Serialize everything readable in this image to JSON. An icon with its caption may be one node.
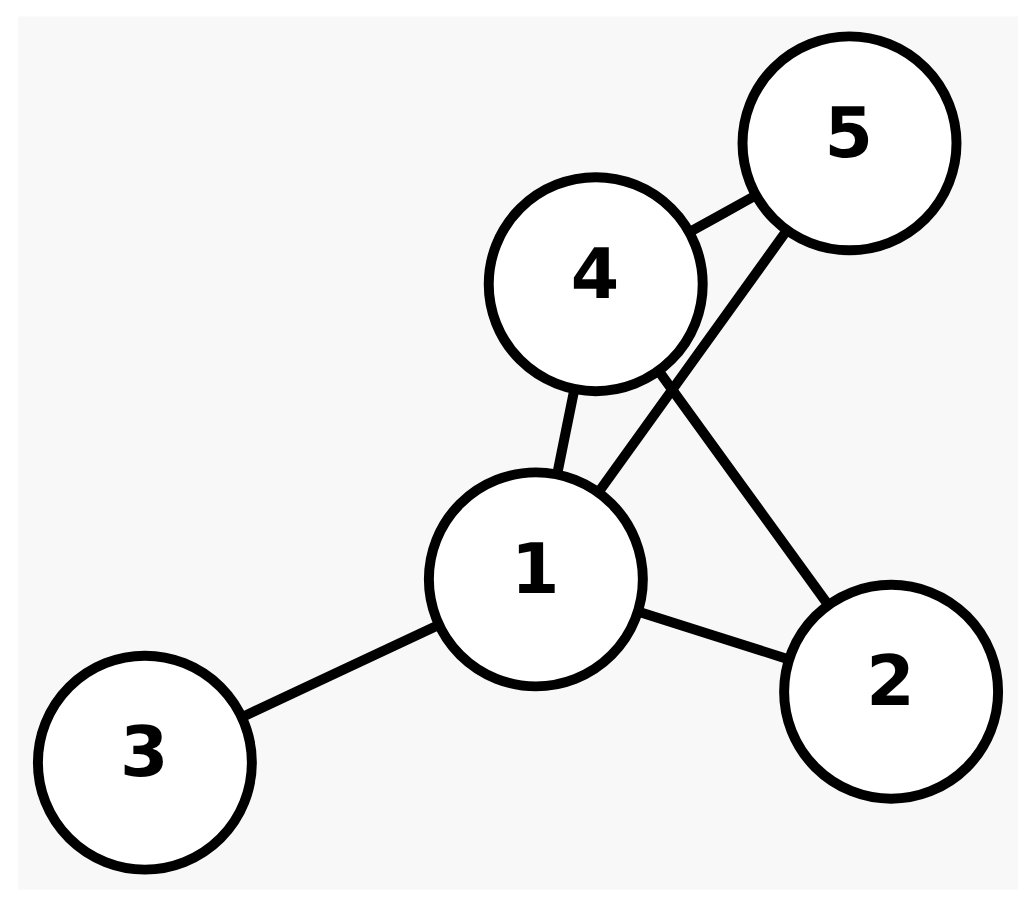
{
  "diagram": {
    "nodes": [
      {
        "text": [
          "3"
        ]
      },
      {
        "text": [
          "1"
        ]
      },
      {
        "text": [
          "2"
        ]
      },
      {
        "text": [
          "5"
        ]
      },
      {
        "text": [
          "4"
        ]
      }
    ],
    "edges": [
      {
        "from": 0,
        "to": 1,
        "arrow": "none"
      },
      {
        "from": 1,
        "to": 2,
        "arrow": "none"
      },
      {
        "from": 1,
        "to": 3,
        "arrow": "none"
      },
      {
        "from": 1,
        "to": 4,
        "arrow": "none"
      },
      {
        "from": 3,
        "to": 4,
        "arrow": "none"
      },
      {
        "from": 2,
        "to": 4,
        "arrow": "none"
      }
    ]
  }
}
